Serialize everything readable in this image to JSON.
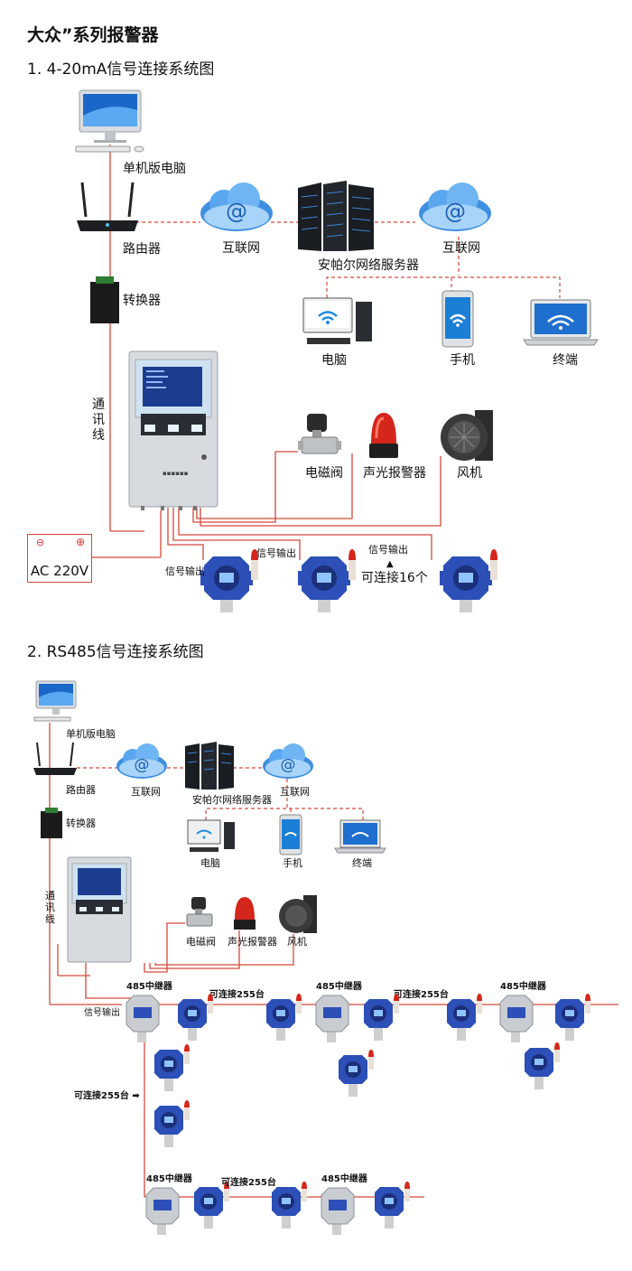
{
  "title": "大众”系列报警器",
  "section1": {
    "heading": "1. 4-20mA信号连接系统图",
    "pc": "单机版电脑",
    "router": "路由器",
    "converter": "转换器",
    "internet_left": "互联网",
    "server": "安帕尔网络服务器",
    "internet_right": "互联网",
    "computer": "电脑",
    "phone": "手机",
    "terminal": "终端",
    "comm_line": "通讯线",
    "valve": "电磁阀",
    "alarm": "声光报警器",
    "fan": "风机",
    "ac": "AC 220V",
    "ac_minus": "⊖",
    "ac_plus": "⊕",
    "signal_out_1": "信号输出",
    "signal_out_2": "信号输出",
    "signal_out_3": "信号输出",
    "connect_16": "可连接16个"
  },
  "section2": {
    "heading": "2. RS485信号连接系统图",
    "pc": "单机版电脑",
    "router": "路由器",
    "converter": "转换器",
    "internet_left": "互联网",
    "server": "安帕尔网络服务器",
    "internet_right": "互联网",
    "computer": "电脑",
    "phone": "手机",
    "terminal": "终端",
    "comm_line": "通讯线",
    "valve": "电磁阀",
    "alarm": "声光报警器",
    "fan": "风机",
    "signal_out": "信号输出",
    "repeater_1": "485中继器",
    "repeater_2": "485中继器",
    "repeater_3": "485中继器",
    "repeater_4": "485中继器",
    "repeater_5": "485中继器",
    "connect_255_1": "可连接255台",
    "connect_255_2": "可连接255台",
    "connect_255_3": "可连接255台 ➡",
    "connect_255_4": "可连接255台"
  },
  "colors": {
    "wire": "#d3493a",
    "detector_blue": "#2c4fb8",
    "cloud": "#3f8fe0",
    "housing": "#c9cdd2"
  }
}
